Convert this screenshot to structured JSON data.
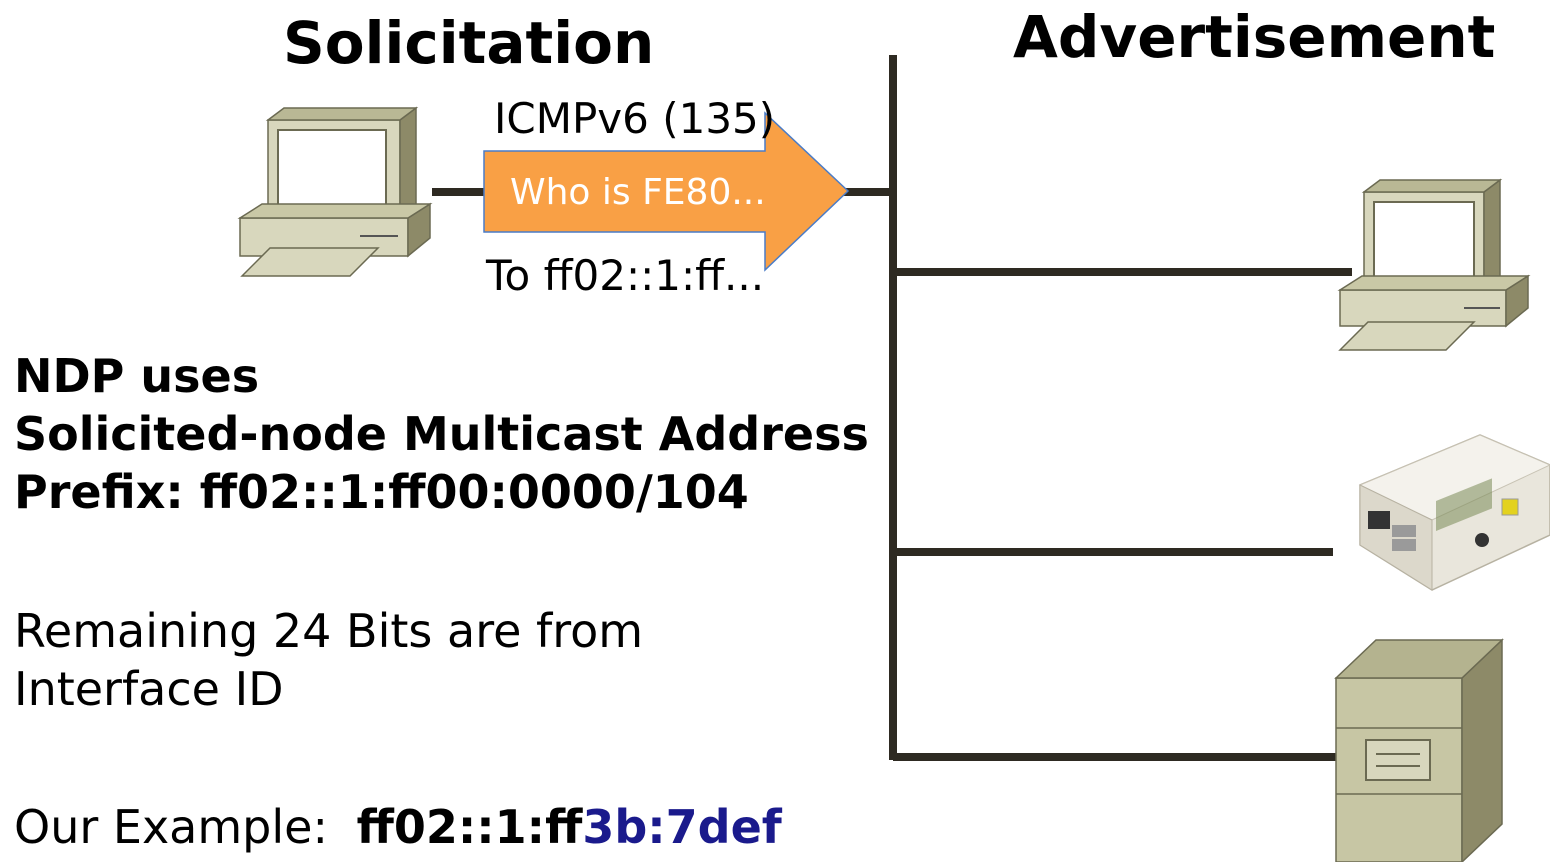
{
  "titles": {
    "solicitation": "Solicitation",
    "advertisement": "Advertisement"
  },
  "message": {
    "type_label": "ICMPv6 (135)",
    "arrow_text": "Who is FE80...",
    "dest_label": "To ff02::1:ff..."
  },
  "notes": {
    "line1": "NDP uses",
    "line2": "Solicited-node Multicast Address",
    "line3": "Prefix: ff02::1:ff00:0000/104",
    "remaining1": "Remaining 24 Bits are from",
    "remaining2": "Interface ID",
    "example_label": "Our Example:",
    "example_prefix": "ff02::1:ff",
    "example_suffix": "3b:7def"
  },
  "colors": {
    "arrow_fill": "#f9a045",
    "arrow_stroke": "#4a7cc7",
    "network_line": "#2e2a22",
    "device_fill": "#d8d7bd",
    "device_dark": "#8d8a68",
    "server_fill": "#c7c6a4",
    "highlight": "#1a1a8c"
  },
  "icons": [
    "pc-icon",
    "pc-icon",
    "embedded-device-icon",
    "server-icon"
  ]
}
